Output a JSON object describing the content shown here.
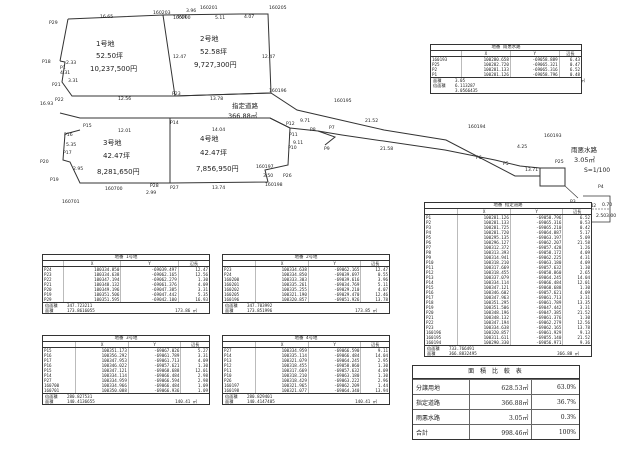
{
  "plan": {
    "corner_labels": [
      "P29",
      "160203",
      "160201",
      "160200",
      "160205",
      "P18",
      "P1",
      "P21",
      "P22",
      "P23",
      "P24",
      "160196",
      "160195",
      "160194",
      "160193",
      "P15",
      "P16",
      "P17",
      "P14",
      "P12",
      "P11",
      "P10",
      "P9",
      "P8",
      "P7",
      "P6",
      "P5",
      "P4",
      "P3",
      "P2",
      "P20",
      "P19",
      "160700",
      "160701",
      "P28",
      "P27",
      "P26",
      "P25",
      "160197",
      "160198"
    ],
    "dimensions": [
      "16.65",
      "3.96",
      "5.11",
      "4.07",
      "2.33",
      "3.31",
      "12.56",
      "13.78",
      "12.01",
      "14.04",
      "13.74",
      "2.95",
      "2.99",
      "9.11",
      "9.71",
      "12.47",
      "21.52",
      "21.58",
      "16.93",
      "12.47",
      "4.31",
      "3.50",
      "5.35",
      "4.25",
      "13.71",
      "0.42",
      "0.70",
      "2.50",
      "3.00"
    ],
    "lots": [
      {
        "name": "1号地",
        "area": "52.50坪",
        "price": "10,237,500円"
      },
      {
        "name": "2号地",
        "area": "52.58坪",
        "price": "9,727,300円"
      },
      {
        "name": "3号地",
        "area": "42.47坪",
        "price": "8,281,650円"
      },
      {
        "name": "4号地",
        "area": "42.47坪",
        "price": "7,856,950円"
      }
    ],
    "road_label": "指定道路",
    "road_area": "366.88㎡",
    "drain_label": "雨悪水路",
    "drain_area": "3.05㎡",
    "scale": "S=1/100"
  },
  "tables": {
    "drain": {
      "title": "地番 雨悪水路",
      "headers": [
        "",
        "X",
        "Y",
        "辺長"
      ],
      "rows": [
        [
          "160193",
          "100280.658",
          "-69058.889",
          "6.43"
        ],
        [
          "P25",
          "100282.720",
          "-69065.321",
          "0.47"
        ],
        [
          "P2",
          "100281.133",
          "-69065.316",
          "6.52"
        ],
        [
          "P1",
          "100281.126",
          "-69058.796",
          "0.48"
        ]
      ],
      "footer": [
        [
          "面積",
          "3.05",
          "㎡"
        ],
        [
          "倍面積",
          "6.113287",
          ""
        ],
        [
          "",
          "3.0566435",
          ""
        ]
      ]
    },
    "road": {
      "title": "地番 指定道路",
      "headers": [
        "",
        "X",
        "Y",
        "辺長"
      ],
      "rows": [
        [
          "P1",
          "100281.126",
          "-69058.796",
          "6.52"
        ],
        [
          "P2",
          "100281.133",
          "-69065.316",
          "0.53"
        ],
        [
          "P3",
          "100281.725",
          "-69065.210",
          "0.42"
        ],
        [
          "P4",
          "100281.720",
          "-69064.887",
          "5.17"
        ],
        [
          "P5",
          "100295.135",
          "-69063.197",
          "5.09"
        ],
        [
          "P6",
          "100296.127",
          "-69062.207",
          "21.58"
        ],
        [
          "P7",
          "100312.372",
          "-69057.428",
          "1.26"
        ],
        [
          "P8",
          "100313.393",
          "-69058.172",
          "4.09"
        ],
        [
          "P9",
          "100314.941",
          "-69062.225",
          "4.31"
        ],
        [
          "P10",
          "100318.210",
          "-69063.180",
          "4.09"
        ],
        [
          "P11",
          "100317.669",
          "-69057.632",
          "1.30"
        ],
        [
          "P12",
          "100318.455",
          "-69058.860",
          "2.65"
        ],
        [
          "P13",
          "100337.079",
          "-69064.245",
          "14.04"
        ],
        [
          "P14",
          "100334.114",
          "-69066.484",
          "12.01"
        ],
        [
          "P15",
          "100347.121",
          "-69068.688",
          "1.30"
        ],
        [
          "P16",
          "100346.602",
          "-69057.621",
          "4.09"
        ],
        [
          "P17",
          "100347.963",
          "-69061.713",
          "3.31"
        ],
        [
          "P18",
          "100351.295",
          "-69061.789",
          "13.35"
        ],
        [
          "P19",
          "100351.506",
          "-69047.442",
          "3.31"
        ],
        [
          "P20",
          "100348.196",
          "-69047.385",
          "21.52"
        ],
        [
          "P21",
          "100348.132",
          "-69061.376",
          "1.30"
        ],
        [
          "P22",
          "100347.194",
          "-69062.279",
          "12.56"
        ],
        [
          "P23",
          "100334.638",
          "-69062.165",
          "13.78"
        ],
        [
          "160196",
          "100320.857",
          "-69061.929",
          "9.13"
        ],
        [
          "160195",
          "100311.611",
          "-69055.140",
          "21.52"
        ],
        [
          "160194",
          "100290.330",
          "-69056.971",
          "9.36"
        ]
      ],
      "footer": [
        [
          "倍面積",
          "733.766491",
          ""
        ],
        [
          "面積",
          "366.8832495",
          "366.88 ㎡"
        ]
      ]
    },
    "lot1": {
      "title": "地番 1号地",
      "headers": [
        "",
        "X",
        "Y",
        "辺長"
      ],
      "rows": [
        [
          "P24",
          "100334.850",
          "-69039.497",
          "12.47"
        ],
        [
          "P23",
          "100334.638",
          "-69062.165",
          "12.56"
        ],
        [
          "P22",
          "100347.194",
          "-69062.279",
          "1.30"
        ],
        [
          "P21",
          "100348.132",
          "-69061.376",
          "4.09"
        ],
        [
          "P20",
          "100349.196",
          "-69047.385",
          "3.31"
        ],
        [
          "P19",
          "100351.506",
          "-69047.442",
          "5.35"
        ],
        [
          "P29",
          "100351.595",
          "-69042.100",
          "16.93"
        ]
      ],
      "footer": [
        [
          "倍面積",
          "347.723211",
          ""
        ],
        [
          "面積",
          "173.8616055",
          "173.86 ㎡"
        ]
      ]
    },
    "lot2": {
      "title": "地番 2号地",
      "headers": [
        "",
        "X",
        "Y",
        "辺長"
      ],
      "rows": [
        [
          "P23",
          "100334.638",
          "-69062.165",
          "12.47"
        ],
        [
          "P24",
          "100334.850",
          "-69039.697",
          "0.55"
        ],
        [
          "160200",
          "100333.303",
          "-69039.616",
          "3.96"
        ],
        [
          "160201",
          "100335.261",
          "-69034.769",
          "5.11"
        ],
        [
          "160202",
          "100335.255",
          "-69029.210",
          "4.07"
        ],
        [
          "160205",
          "100321.190",
          "-69029.470",
          "12.46"
        ],
        [
          "160196",
          "100320.857",
          "-69051.926",
          "13.78"
        ]
      ],
      "footer": [
        [
          "倍面積",
          "347.703992",
          ""
        ],
        [
          "面積",
          "173.851996",
          "173.85 ㎡"
        ]
      ]
    },
    "lot3": {
      "title": "地番 3号地",
      "headers": [
        "",
        "X",
        "Y",
        "辺長"
      ],
      "rows": [
        [
          "P15",
          "100351.173",
          "-69067.026",
          "5.27"
        ],
        [
          "P16",
          "100356.292",
          "-69061.789",
          "3.31"
        ],
        [
          "P17",
          "100347.953",
          "-69061.713",
          "4.09"
        ],
        [
          "P16",
          "100346.022",
          "-69057.621",
          "1.30"
        ],
        [
          "P15",
          "100347.121",
          "-69068.688",
          "12.01"
        ],
        [
          "P14",
          "100334.114",
          "-69066.484",
          "2.98"
        ],
        [
          "P27",
          "100334.959",
          "-69066.594",
          "2.98"
        ],
        [
          "160700",
          "100334.966",
          "-69066.484",
          "1.09"
        ],
        [
          "160701",
          "100350.088",
          "-69066.936",
          "1.09"
        ]
      ],
      "footer": [
        [
          "倍面積",
          "280.827531",
          ""
        ],
        [
          "面積",
          "140.4136655",
          "140.41 ㎡"
        ]
      ]
    },
    "lot4": {
      "title": "地番 4号地",
      "headers": [
        "",
        "X",
        "Y",
        "辺長"
      ],
      "rows": [
        [
          "P27",
          "100334.959",
          "-69066.590",
          "9.11"
        ],
        [
          "P14",
          "100335.114",
          "-69066.484",
          "14.04"
        ],
        [
          "P13",
          "100321.079",
          "-69064.245",
          "2.95"
        ],
        [
          "P12",
          "100318.455",
          "-69058.860",
          "1.30"
        ],
        [
          "P11",
          "100317.669",
          "-69057.632",
          "4.09"
        ],
        [
          "P10",
          "100318.210",
          "-69063.180",
          "1.30"
        ],
        [
          "P26",
          "100318.429",
          "-69063.222",
          "2.96"
        ],
        [
          "160197",
          "100321.965",
          "-69062.209",
          "1.44"
        ],
        [
          "160198",
          "100321.077",
          "-69064.340",
          "13.94"
        ]
      ],
      "footer": [
        [
          "倍面積",
          "280.829401",
          ""
        ],
        [
          "面積",
          "140.4147405",
          "140.41 ㎡"
        ]
      ]
    }
  },
  "summary": {
    "title": "面 積 比 較 表",
    "rows": [
      {
        "label": "分譲用地",
        "area": "628.53㎡",
        "pct": "63.0%"
      },
      {
        "label": "指定道路",
        "area": "366.88㎡",
        "pct": "36.7%"
      },
      {
        "label": "雨悪水路",
        "area": "3.05㎡",
        "pct": "0.3%"
      },
      {
        "label": "合計",
        "area": "998.46㎡",
        "pct": "100%"
      }
    ]
  }
}
